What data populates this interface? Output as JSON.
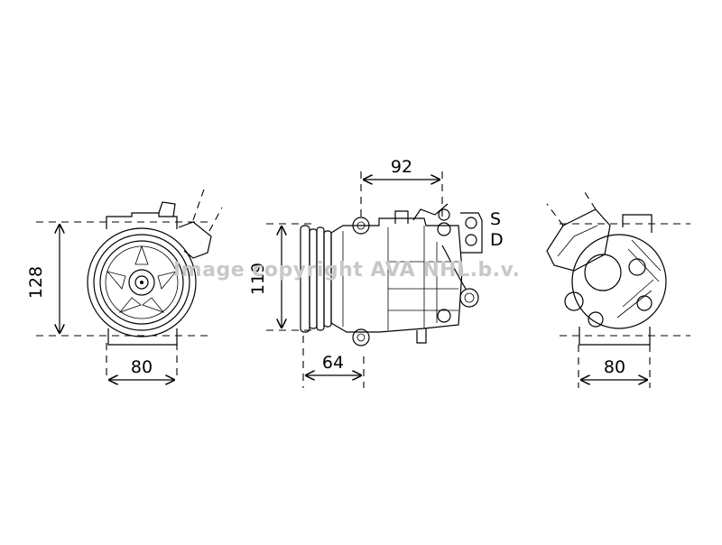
{
  "dimensions": {
    "front_width": "80",
    "front_height": "128",
    "side_length": "92",
    "side_height": "119",
    "side_pulley": "64",
    "rear_width": "80"
  },
  "ports": {
    "suction": "S",
    "discharge": "D"
  },
  "watermark": "Image copyright AVA NHL.b.v."
}
